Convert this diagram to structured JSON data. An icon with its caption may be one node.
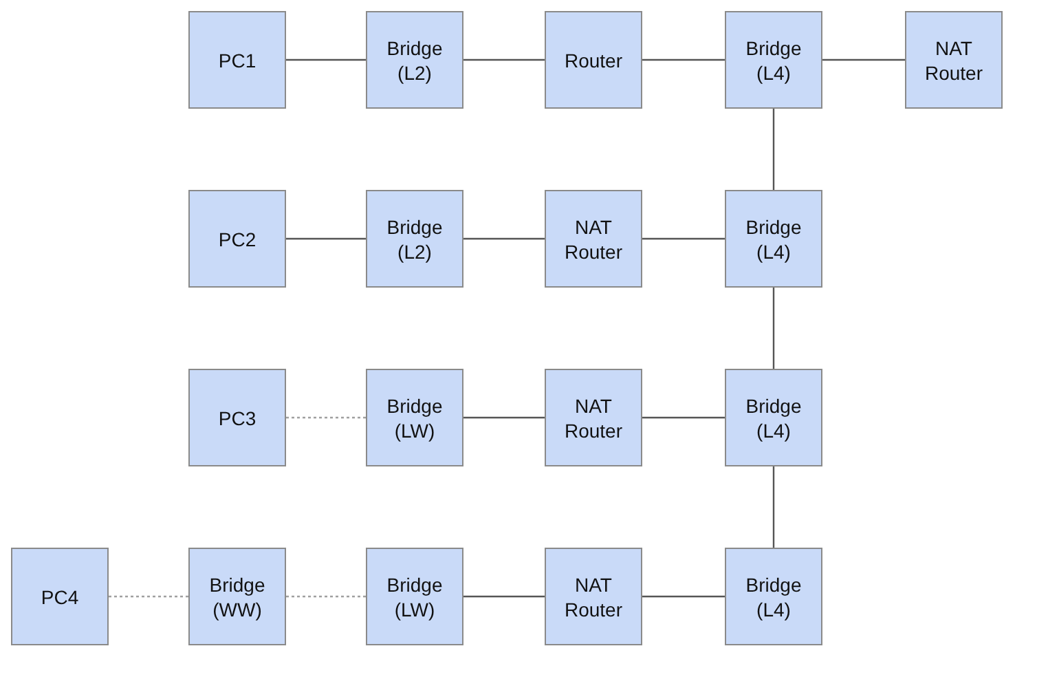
{
  "diagram": {
    "nodes": [
      {
        "text": [
          "PC1"
        ]
      },
      {
        "text": [
          "Bridge (L2)"
        ]
      },
      {
        "text": [
          "Router"
        ]
      },
      {
        "text": [
          "Bridge (L4)"
        ]
      },
      {
        "text": [
          "NAT Router"
        ]
      },
      {
        "text": [
          "PC2"
        ]
      },
      {
        "text": [
          "Bridge (L2)"
        ]
      },
      {
        "text": [
          "NAT Router"
        ]
      },
      {
        "text": [
          "Bridge (L4)"
        ]
      },
      {
        "text": [
          "PC3"
        ]
      },
      {
        "text": [
          "Bridge (LW)"
        ]
      },
      {
        "text": [
          "NAT Router"
        ]
      },
      {
        "text": [
          "Bridge (L4)"
        ]
      },
      {
        "text": [
          "PC4"
        ]
      },
      {
        "text": [
          "Bridge (WW)"
        ]
      },
      {
        "text": [
          "Bridge (LW)"
        ]
      },
      {
        "text": [
          "NAT Router"
        ]
      },
      {
        "text": [
          "Bridge (L4)"
        ]
      }
    ],
    "edges": [
      {
        "from": 0,
        "to": 1,
        "arrow": "none"
      },
      {
        "from": 1,
        "to": 2,
        "arrow": "none"
      },
      {
        "from": 2,
        "to": 3,
        "arrow": "none"
      },
      {
        "from": 3,
        "to": 4,
        "arrow": "none"
      },
      {
        "from": 3,
        "to": 8,
        "arrow": "none"
      },
      {
        "from": 5,
        "to": 6,
        "arrow": "none"
      },
      {
        "from": 6,
        "to": 7,
        "arrow": "none"
      },
      {
        "from": 7,
        "to": 8,
        "arrow": "none"
      },
      {
        "from": 8,
        "to": 12,
        "arrow": "none"
      },
      {
        "from": 9,
        "to": 10,
        "arrow": "none",
        "style": "dashed",
        "color": "#a0a0a0"
      },
      {
        "from": 10,
        "to": 11,
        "arrow": "none"
      },
      {
        "from": 11,
        "to": 12,
        "arrow": "none"
      },
      {
        "from": 12,
        "to": 17,
        "arrow": "none"
      },
      {
        "from": 13,
        "to": 14,
        "arrow": "none",
        "style": "dashed",
        "color": "#a0a0a0"
      },
      {
        "from": 14,
        "to": 15,
        "arrow": "none",
        "style": "dashed",
        "color": "#a0a0a0"
      },
      {
        "from": 15,
        "to": 16,
        "arrow": "none"
      },
      {
        "from": 16,
        "to": 17,
        "arrow": "none"
      }
    ]
  }
}
